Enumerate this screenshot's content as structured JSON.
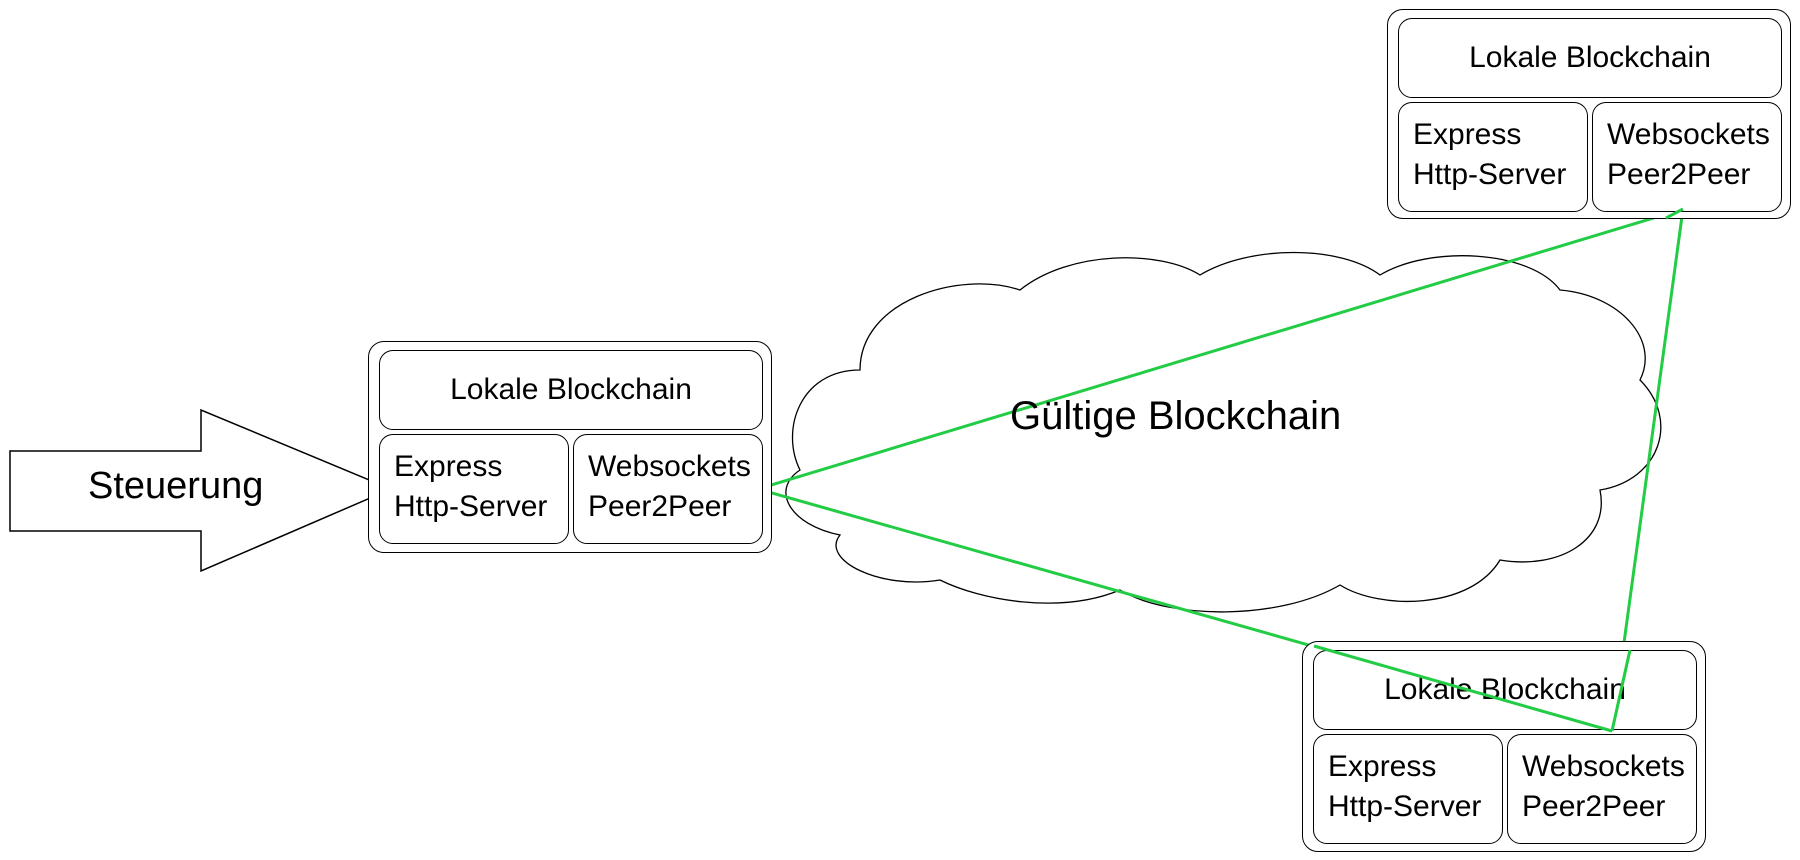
{
  "control": {
    "label": "Steuerung"
  },
  "cloud": {
    "label": "Gültige Blockchain"
  },
  "nodes": [
    {
      "title": "Lokale Blockchain",
      "server": [
        "Express",
        "Http-Server"
      ],
      "p2p": [
        "Websockets",
        "Peer2Peer"
      ]
    },
    {
      "title": "Lokale Blockchain",
      "server": [
        "Express",
        "Http-Server"
      ],
      "p2p": [
        "Websockets",
        "Peer2Peer"
      ]
    },
    {
      "title": "Lokale Blockchain",
      "server": [
        "Express",
        "Http-Server"
      ],
      "p2p": [
        "Websockets",
        "Peer2Peer"
      ]
    }
  ],
  "colors": {
    "connection": "#22cc44",
    "stroke": "#000000",
    "background": "#ffffff"
  }
}
